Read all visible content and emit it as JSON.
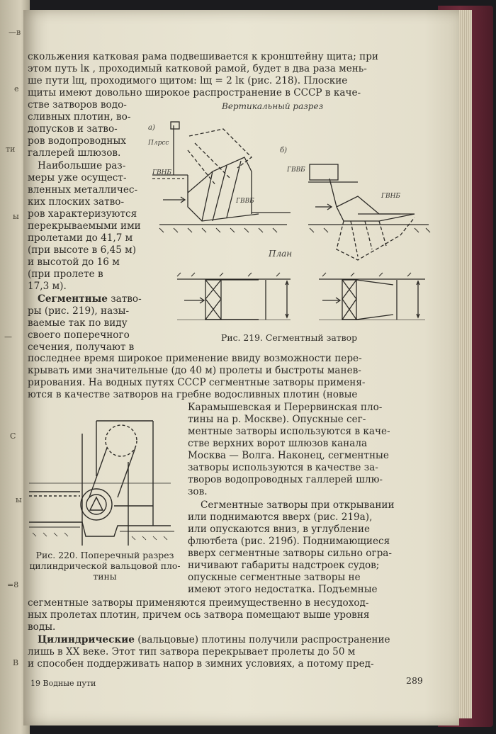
{
  "text_lines": [
    "скольжения катковая рама подвешивается к кронштейну щита; при",
    "этом путь lк , проходимый катковой рамой, будет в два раза мень-",
    "ше пути lщ, проходимого щитом: lщ = 2 lк (рис. 218). Плоские",
    "щиты имеют довольно широкое распространение в СССР в каче-",
    "стве затворов водо-",
    "сливных плотин, во-",
    "допусков и затво-",
    "ров водопроводных",
    "галлерей шлюзов.",
    "Наибольшие раз-",
    "меры уже осущест-",
    "вленных металличес-",
    "ких плоских затво-",
    "ров характеризуются",
    "перекрываемыми ими",
    "пролетами до 41,7 м",
    "(при высоте в 6,45 м)",
    "и высотой до 16 м",
    "(при пролете в",
    "17,3 м).",
    "затво-",
    "ры (рис. 219), назы-",
    "ваемые так по виду",
    "своего поперечного",
    "сечения, получают в",
    "последнее время широкое применение ввиду возможности пере-",
    "крывать ими значительные (до 40 м) пролеты и быстроты манев-",
    "рирования. На водных путях СССР сегментные затворы применя-",
    "ются в качестве затворов на гребне водосливных плотин (новые",
    "Карамышевская и Перервинская пло-",
    "тины на р. Москве). Опускные сег-",
    "ментные затворы используются в каче-",
    "стве верхних ворот шлюзов канала",
    "Москва — Волга. Наконец, сегментные",
    "затворы используются в качестве за-",
    "творов водопроводных галлерей шлю-",
    "зов.",
    "Сегментные затворы при открывании",
    "или поднимаются вверх (рис. 219а),",
    "или опускаются вниз, в углубление",
    "флютбета (рис. 219б). Поднимающиеся",
    "вверх сегментные затворы сильно огра-",
    "ничивают габариты надстроек судов;",
    "опускные сегментные затворы не",
    "имеют этого недостатка. Подъемные",
    "сегментные затворы применяются преимущественно в несудоход-",
    "ных пролетах плотин, причем ось затвора помещают выше уровня",
    "воды.",
    "(вальцовые) плотины получили распространение",
    "лишь в XX веке. Этот тип затвора перекрывает пролеты до 50 м",
    "и способен поддерживать напор в зимних условиях, а потому пред-"
  ],
  "bold_terms": {
    "segment": "Сегментные",
    "cylinder": "Цилиндрические"
  },
  "figure_219": {
    "title_vertical": "Вертикальный разрез",
    "title_plan": "План",
    "label_a": "а)",
    "label_b": "б)",
    "label_fvns": "ГВНБ",
    "label_gvvb": "ГВВБ",
    "label_gvnb": "ГВНБ",
    "label_pl": "Плрсс",
    "caption": "Рис. 219. Сегментный затвор"
  },
  "figure_220": {
    "caption_line1": "Рис. 220. Поперечный разрез",
    "caption_line2": "цилиндрической вальцовой пло-",
    "caption_line3": "тины"
  },
  "footer": {
    "signature": "19 Водные пути",
    "page_number": "289"
  },
  "left_page_fragments": [
    "—в",
    "е",
    "ти",
    "ы",
    "—",
    "С",
    "ы",
    "=8",
    "В"
  ]
}
